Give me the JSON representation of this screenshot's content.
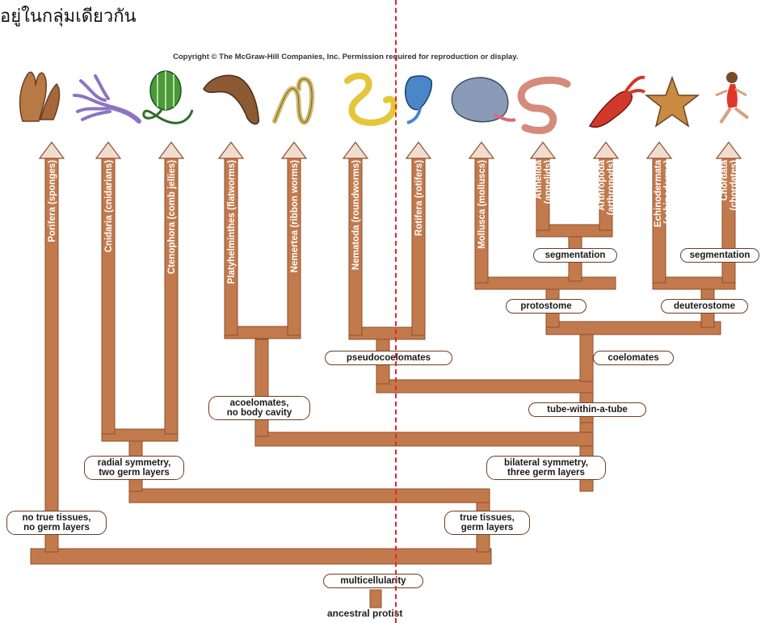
{
  "heading": "อยู่ในกลุ่มเดียวกัน",
  "copyright": "Copyright © The McGraw-Hill Companies, Inc. Permission required for reproduction or display.",
  "root": "ancestral protist",
  "colors": {
    "branch": "#c87a4e",
    "branch_shade": "#8e4f2b",
    "divider": "#e0262a"
  },
  "taxa": [
    {
      "name": "Porifera (sponges)",
      "icon": "sponge-icon"
    },
    {
      "name": "Cnidaria (cnidarians)",
      "icon": "cnidarian-icon"
    },
    {
      "name": "Ctenophora (comb jellies)",
      "icon": "comb-jelly-icon"
    },
    {
      "name": "Platyhelminthes (flatworms)",
      "icon": "flatworm-icon"
    },
    {
      "name": "Nemertea (ribbon worms)",
      "icon": "ribbon-worm-icon"
    },
    {
      "name": "Nematoda (roundworms)",
      "icon": "roundworm-icon"
    },
    {
      "name": "Rotifera (rotifers)",
      "icon": "rotifer-icon"
    },
    {
      "name": "Mollusca (molluscs)",
      "icon": "mollusc-icon"
    },
    {
      "name": "Annelida",
      "name2": "(annelids)",
      "icon": "earthworm-icon"
    },
    {
      "name": "Arthropoda",
      "name2": "(arthropods)",
      "icon": "lobster-icon"
    },
    {
      "name": "Echinodermata",
      "name2": "(echinoderms)",
      "icon": "starfish-icon"
    },
    {
      "name": "Chordata",
      "name2": "(chordates)",
      "icon": "runner-icon"
    }
  ],
  "nodes": {
    "multicellularity": "multicellularity",
    "no_true_tissues": "no true tissues,\nno germ layers",
    "true_tissues": "true tissues,\ngerm layers",
    "radial": "radial symmetry,\ntwo germ layers",
    "bilateral": "bilateral symmetry,\nthree germ layers",
    "acoelomates": "acoelomates,\nno body cavity",
    "tube": "tube-within-a-tube",
    "pseudocoelomates": "pseudocoelomates",
    "coelomates": "coelomates",
    "protostome": "protostome",
    "deuterostome": "deuterostome",
    "segmentation_1": "segmentation",
    "segmentation_2": "segmentation"
  }
}
